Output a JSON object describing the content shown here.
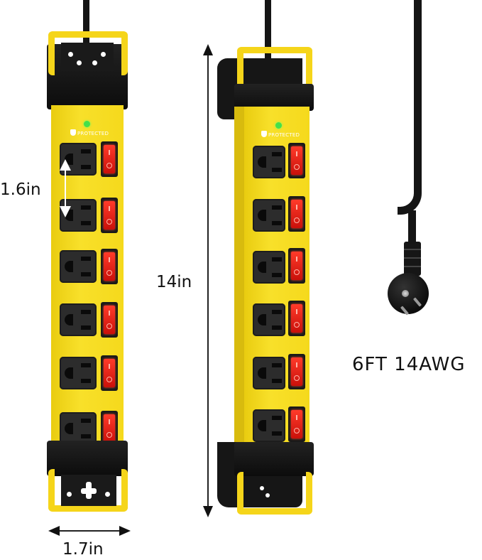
{
  "product": {
    "name": "6-outlet heavy-duty metal power strip with individual switches",
    "outlet_count": 6,
    "indicator_label": "PROTECTED",
    "colors": {
      "body": "#f7dc1b",
      "trim": "#111111",
      "switch": "#e8160f",
      "led": "#45e04a"
    }
  },
  "dimensions": {
    "outlet_spacing": "1.6in",
    "length": "14in",
    "width": "1.7in",
    "cord": "6FT 14AWG"
  },
  "views": [
    {
      "name": "front-view",
      "outlets": 6,
      "switches": 6
    },
    {
      "name": "angled-view-with-wall-brackets",
      "outlets": 6,
      "switches": 6
    },
    {
      "name": "flat-plug-cord",
      "plug": "flat right-angle 3-prong"
    }
  ]
}
